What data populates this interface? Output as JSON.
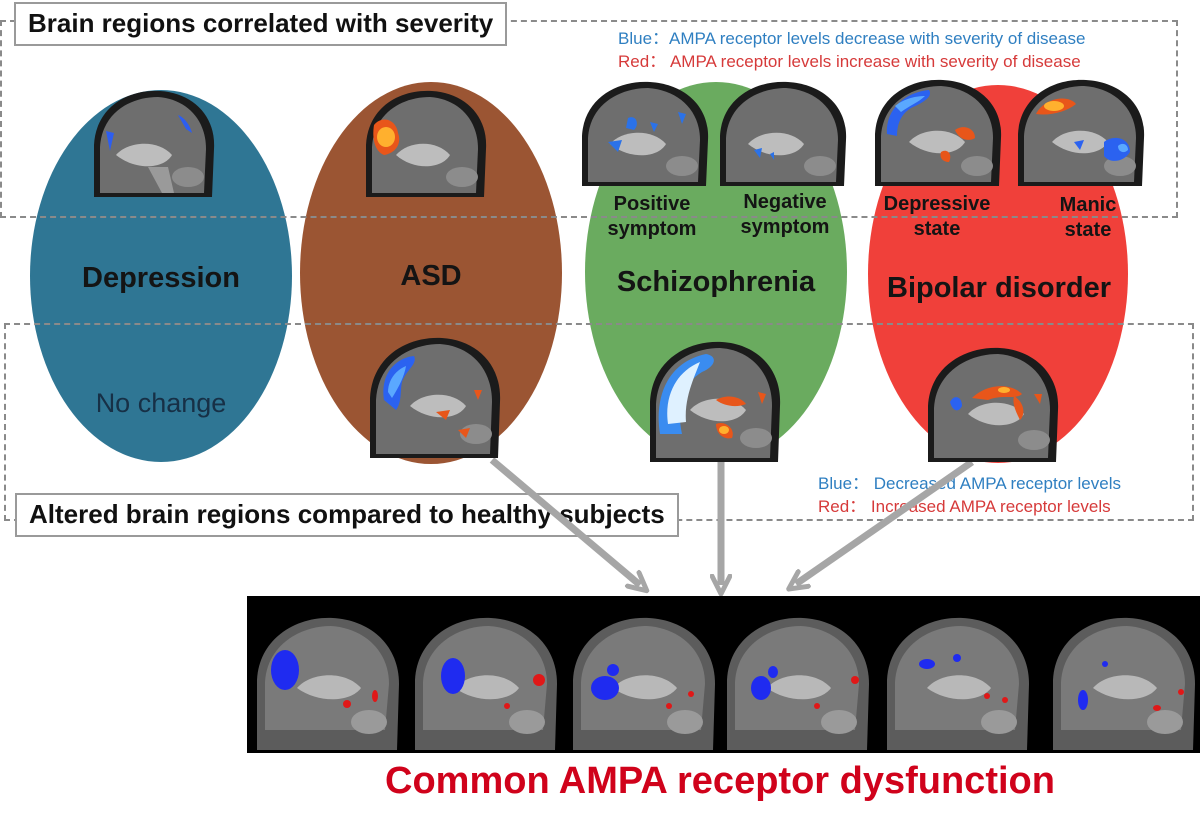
{
  "top_section": {
    "title": "Brain regions correlated with severity",
    "legend_blue": "Blue：AMPA receptor levels decrease with severity of disease",
    "legend_red": "Red： AMPA receptor levels increase with severity of disease"
  },
  "bottom_section": {
    "title": "Altered brain regions compared to healthy subjects",
    "legend_blue": "Blue： Decreased AMPA receptor levels",
    "legend_red": "Red： Increased AMPA receptor levels"
  },
  "disorders": [
    {
      "name": "Depression",
      "color": "#2f7694",
      "note": "No change"
    },
    {
      "name": "ASD",
      "color": "#9b5533"
    },
    {
      "name": "Schizophrenia",
      "color": "#6aab5f",
      "subs": [
        "Positive\nsymptom",
        "Negative\nsymptom"
      ]
    },
    {
      "name": "Bipolar disorder",
      "color": "#f0403a",
      "subs": [
        "Depressive\nstate",
        "Manic\nstate"
      ]
    }
  ],
  "conclusion": "Common AMPA receptor dysfunction",
  "colors": {
    "blue_legend": "#2f7fc1",
    "red_legend": "#d63a3a",
    "conclusion": "#d0021b",
    "arrow": "#a6a6a6"
  }
}
